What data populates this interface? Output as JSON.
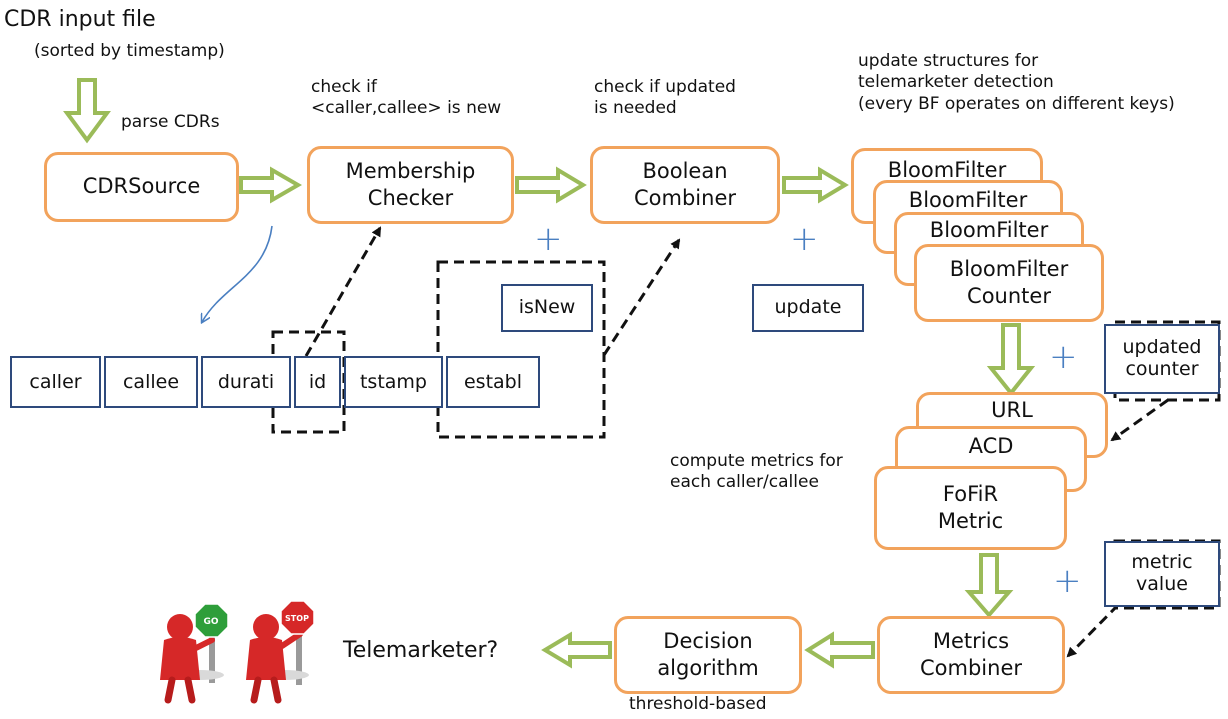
{
  "title": "CDR input file",
  "subtitle": "(sorted by timestamp)",
  "notes": {
    "parse": "parse CDRs",
    "check_new_1": "check if",
    "check_new_2": "<caller,callee> is new",
    "check_upd_1": "check if updated",
    "check_upd_2": "is needed",
    "structs_1": "update structures for",
    "structs_2": "telemarketer detection",
    "structs_3": "(every BF operates on different keys)",
    "metrics_1": "compute metrics for",
    "metrics_2": "each caller/callee",
    "threshold": "threshold-based",
    "telemarketer": "Telemarketer?"
  },
  "nodes": {
    "cdr_source": "CDRSource",
    "membership_1": "Membership",
    "membership_2": "Checker",
    "boolean_1": "Boolean",
    "boolean_2": "Combiner",
    "bf1": "BloomFilter",
    "bf2": "BloomFilter",
    "bf3": "BloomFilter",
    "bf4_1": "BloomFilter",
    "bf4_2": "Counter",
    "url": "URL",
    "acd": "ACD",
    "fofir_1": "FoFiR",
    "fofir_2": "Metric",
    "metrics_1": "Metrics",
    "metrics_2": "Combiner",
    "decision_1": "Decision",
    "decision_2": "algorithm"
  },
  "tags": {
    "is_new": "isNew",
    "update": "update",
    "updated_1": "updated",
    "updated_2": "counter",
    "metric_1": "metric",
    "metric_2": "value"
  },
  "record_fields": [
    "caller",
    "callee",
    "durati",
    "id",
    "tstamp",
    "establ"
  ],
  "plus": "+",
  "signs": {
    "go": "GO",
    "stop": "STOP"
  },
  "colors": {
    "orange_border": "#f2a35c",
    "navy_border": "#2e4a7c",
    "green_arrow": "#9bbb59",
    "blue_plus": "#4a7fc1"
  }
}
